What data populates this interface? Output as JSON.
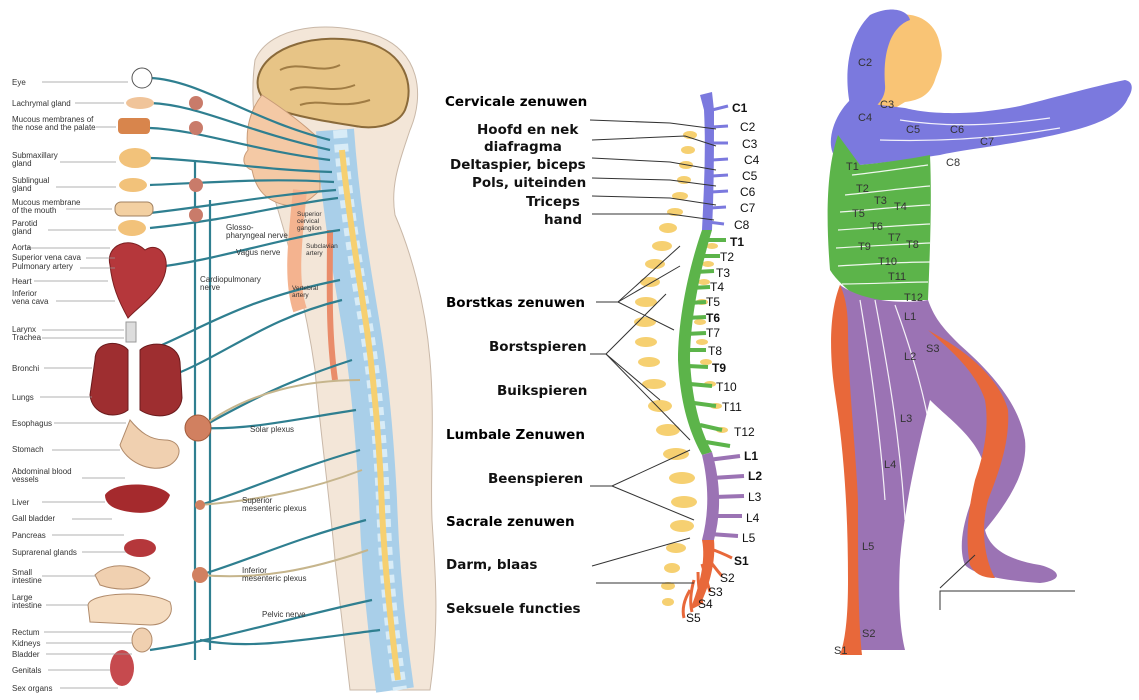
{
  "colors": {
    "cervical": "#7b79de",
    "thoracic": "#5cb44a",
    "lumbar": "#9b73b4",
    "sacral": "#e8683a",
    "head": "#f9c475",
    "nerve": "#2f7f90",
    "vertebra": "#f6d071",
    "bone": "#a9cfe9",
    "organ": "#b5373b"
  },
  "left_panel": {
    "organ_labels": [
      "Eye",
      "Lachrymal gland",
      "Mucous membranes of\nthe nose and the palate",
      "Submaxillary\ngland",
      "Sublingual\ngland",
      "Mucous membrane\nof the mouth",
      "Parotid\ngland",
      "Aorta",
      "Superior vena cava",
      "Pulmonary artery",
      "Heart",
      "Inferior\nvena cava",
      "Larynx",
      "Trachea",
      "Bronchi",
      "Lungs",
      "Esophagus",
      "Stomach",
      "Abdominal blood\nvessels",
      "Liver",
      "Gall bladder",
      "Pancreas",
      "Suprarenal glands",
      "Small\nintestine",
      "Large\nintestine",
      "Rectum",
      "Kidneys",
      "Bladder",
      "Genitals",
      "Sex organs"
    ],
    "nerve_labels": [
      "Glosso-\npharyngeal nerve",
      "Vagus nerve",
      "Cardiopulmonary\nnerve",
      "Solar plexus",
      "Superior\nmesenteric plexus",
      "Inferior\nmesenteric plexus",
      "Pelvic nerve",
      "Superior\ncervical\nganglion",
      "Subclavian\nartery",
      "Vertebral\nartery"
    ]
  },
  "middle_panel": {
    "labels": [
      "Cervicale zenuwen",
      "Hoofd en nek",
      "diafragma",
      "Deltaspier, biceps",
      "Pols, uiteinden",
      "Triceps",
      "hand",
      "Borstkas zenuwen",
      "Borstspieren",
      "Buikspieren",
      "Lumbale Zenuwen",
      "Beenspieren",
      "Sacrale zenuwen",
      "Darm, blaas",
      "Seksuele functies"
    ],
    "vertebrae": [
      "C1",
      "C2",
      "C3",
      "C4",
      "C5",
      "C6",
      "C7",
      "C8",
      "T1",
      "T2",
      "T3",
      "T4",
      "T5",
      "T6",
      "T7",
      "T8",
      "T9",
      "T10",
      "T11",
      "T12",
      "L1",
      "L2",
      "L3",
      "L4",
      "L5",
      "S1",
      "S2",
      "S3",
      "S4",
      "S5"
    ]
  },
  "right_panel": {
    "dermatome_labels": [
      "C2",
      "C3",
      "C4",
      "C5",
      "C6",
      "C7",
      "C8",
      "T1",
      "T2",
      "T3",
      "T4",
      "T5",
      "T6",
      "T7",
      "T8",
      "T9",
      "T10",
      "T11",
      "T12",
      "L1",
      "L2",
      "S3",
      "L3",
      "L4",
      "L5",
      "S2",
      "S1"
    ]
  }
}
